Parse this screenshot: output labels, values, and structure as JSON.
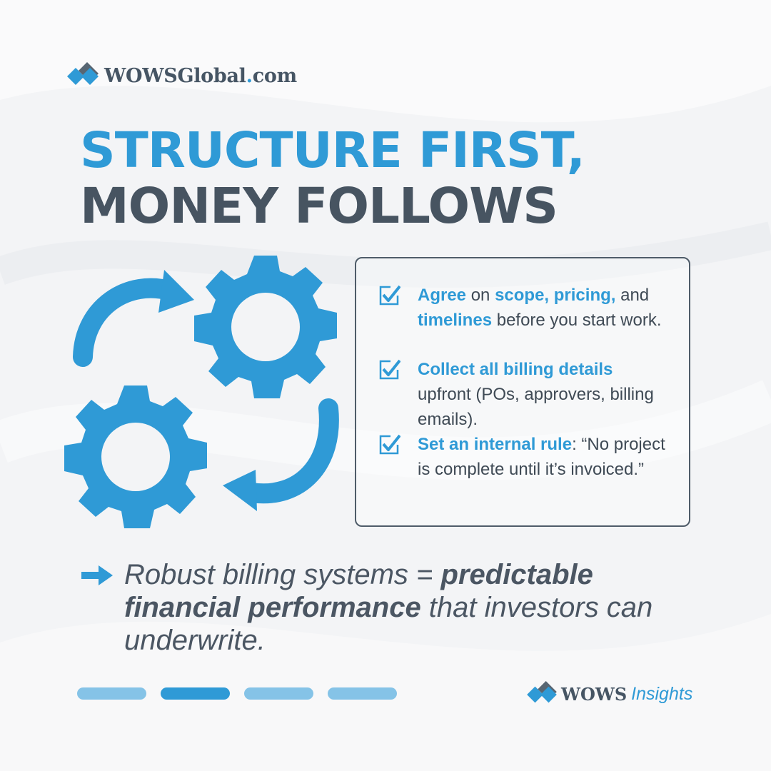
{
  "brand": {
    "top_logo_name": "WOWSGlobal",
    "top_logo_dot": ".",
    "top_logo_tld": "com",
    "bottom_logo_name": "WOWS",
    "bottom_logo_suffix": "Insights",
    "primary_color": "#2f9ad6",
    "dark_color": "#475461"
  },
  "headline": {
    "line1": "Structure First,",
    "line2": "Money Follows"
  },
  "checklist": [
    {
      "icon": "checkbox-icon",
      "parts": [
        {
          "text": "Agree",
          "highlight": true
        },
        {
          "text": " on ",
          "highlight": false
        },
        {
          "text": "scope, pricing,",
          "highlight": true
        },
        {
          "text": " and ",
          "highlight": false
        },
        {
          "text": "timelines",
          "highlight": true
        },
        {
          "text": " before you start work.",
          "highlight": false
        }
      ]
    },
    {
      "icon": "checkbox-icon",
      "parts": [
        {
          "text": "Collect all billing details",
          "highlight": true
        },
        {
          "text": " upfront (POs, approvers, billing emails).",
          "highlight": false
        }
      ]
    },
    {
      "icon": "checkbox-icon",
      "parts": [
        {
          "text": "Set an internal rule",
          "highlight": true
        },
        {
          "text": ": “No project is complete until it’s invoiced.”",
          "highlight": false
        }
      ]
    }
  ],
  "statement": {
    "icon": "arrow-right-icon",
    "pre": "Robust billing systems = ",
    "emphasis": "predictable financial performance",
    "post": " that investors can underwrite."
  },
  "pagination": {
    "total": 4,
    "active_index": 1,
    "active_color": "#2f9ad6",
    "inactive_color": "#85c3e7"
  },
  "illustration": {
    "icon": "gears-cycle-icon"
  }
}
